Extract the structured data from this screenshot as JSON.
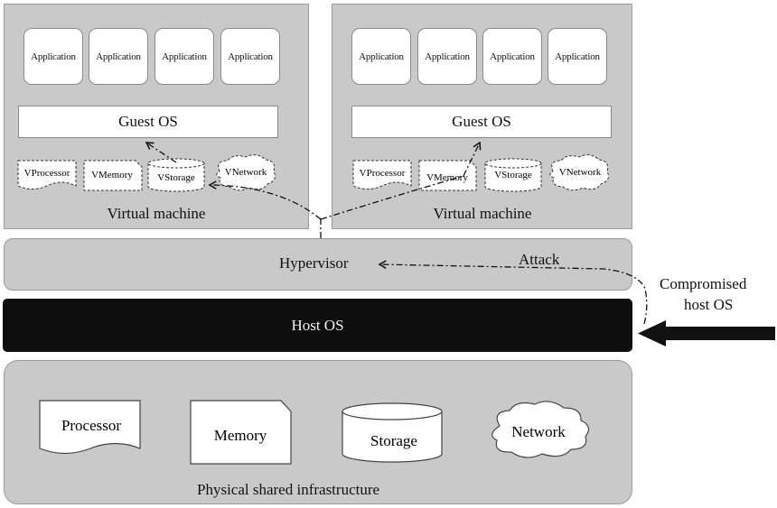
{
  "vm_left": {
    "applications": [
      "Application",
      "Application",
      "Application",
      "Application"
    ],
    "guest_os": "Guest OS",
    "resources": [
      "VProcessor",
      "VMemory",
      "VStorage",
      "VNetwork"
    ],
    "label": "Virtual machine"
  },
  "vm_right": {
    "applications": [
      "Application",
      "Application",
      "Application",
      "Application"
    ],
    "guest_os": "Guest OS",
    "resources": [
      "VProcessor",
      "VMemory",
      "VStorage",
      "VNetwork"
    ],
    "label": "Virtual machine"
  },
  "hypervisor": {
    "label": "Hypervisor"
  },
  "attack": {
    "label": "Attack"
  },
  "host_os": {
    "label": "Host OS"
  },
  "compromised": {
    "line1": "Compromised",
    "line2": "host OS"
  },
  "physical": {
    "resources": [
      "Processor",
      "Memory",
      "Storage",
      "Network"
    ],
    "label": "Physical shared infrastructure"
  },
  "colors": {
    "panel": "#c9c9c9",
    "host_bar": "#0e0e0e",
    "border": "#8a8a8a"
  }
}
